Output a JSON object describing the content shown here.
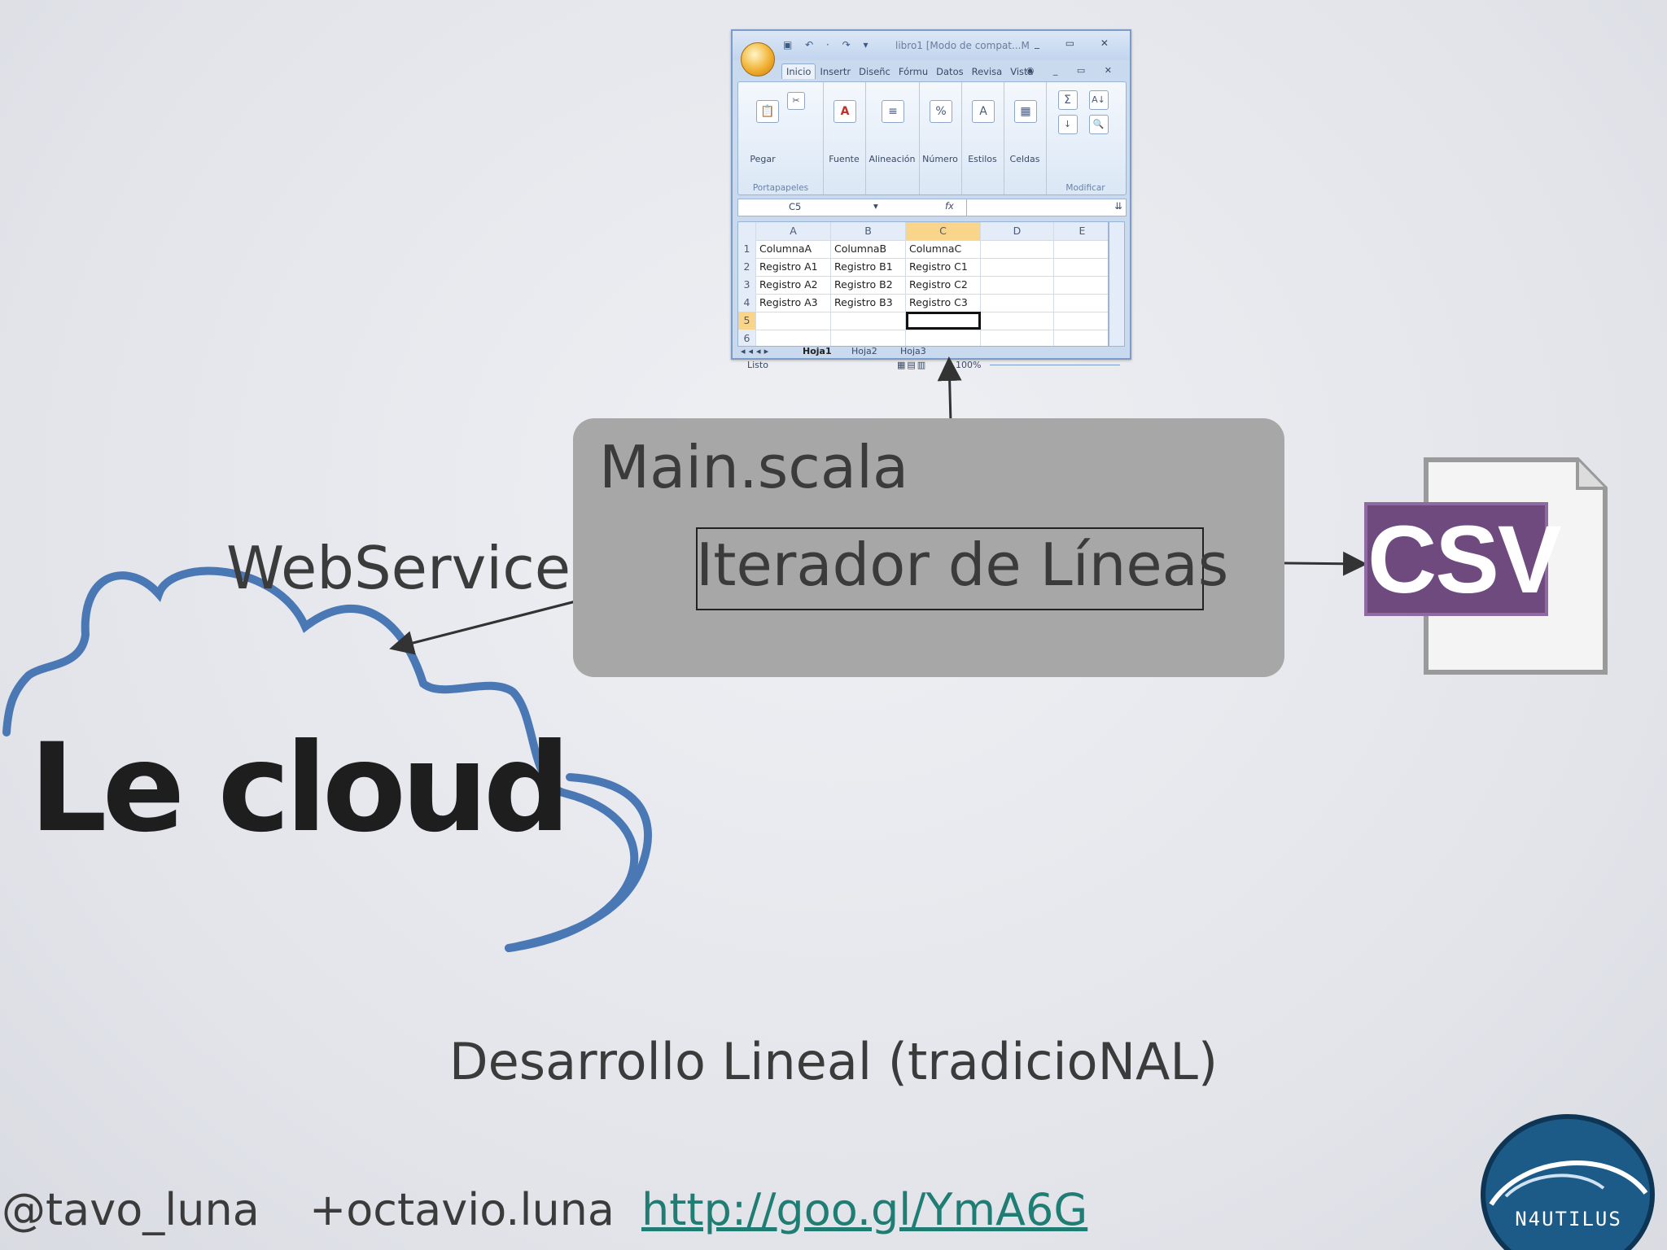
{
  "excel": {
    "quick_access": "▣ ↶ · ↷ ▾",
    "window_title": "libro1 [Modo de compat...M",
    "window_controls": "_ ▭ ✕",
    "tabs": [
      "Inicio",
      "Insertr",
      "Diseñc",
      "Fórmu",
      "Datos",
      "Revisa",
      "Vista"
    ],
    "tab_controls": "◉ _ ▭ ✕",
    "groups": [
      {
        "label": "Pegar",
        "group_label": "Portapapeles"
      },
      {
        "label": "Fuente",
        "group_label": ""
      },
      {
        "label": "Alineación",
        "group_label": ""
      },
      {
        "label": "Número",
        "group_label": ""
      },
      {
        "label": "Estilos",
        "group_label": ""
      },
      {
        "label": "Celdas",
        "group_label": ""
      },
      {
        "label": "",
        "group_label": "Modificar"
      }
    ],
    "name_box": "C5",
    "fx": "fx",
    "columns": [
      "A",
      "B",
      "C",
      "D",
      "E"
    ],
    "rows": [
      {
        "n": "1",
        "cells": [
          "ColumnaA",
          "ColumnaB",
          "ColumnaC",
          "",
          ""
        ]
      },
      {
        "n": "2",
        "cells": [
          "Registro A1",
          "Registro B1",
          "Registro C1",
          "",
          ""
        ]
      },
      {
        "n": "3",
        "cells": [
          "Registro A2",
          "Registro B2",
          "Registro C2",
          "",
          ""
        ]
      },
      {
        "n": "4",
        "cells": [
          "Registro A3",
          "Registro B3",
          "Registro C3",
          "",
          ""
        ]
      },
      {
        "n": "5",
        "cells": [
          "",
          "",
          "",
          "",
          ""
        ]
      },
      {
        "n": "6",
        "cells": [
          "",
          "",
          "",
          "",
          ""
        ]
      }
    ],
    "sheets": [
      "Hoja1",
      "Hoja2",
      "Hoja3"
    ],
    "status_text": "Listo",
    "zoom": "100%"
  },
  "diagram": {
    "main_title": "Main.scala",
    "iterator_label": "Iterador de Líneas",
    "webservice_label": "WebService",
    "cloud_label": "Le cloud",
    "csv_label": "CSV",
    "caption": "Desarrollo Lineal (tradicioNAL)"
  },
  "footer": {
    "twitter": "@tavo_luna",
    "gplus": "+octavio.luna",
    "link": "http://goo.gl/YmA6G",
    "logo_text": "N4UTILUS"
  },
  "colors": {
    "cloud_stroke": "#4a78b5",
    "main_box": "#a7a7a7",
    "csv_badge": "#6f4a7f",
    "link": "#1f7d74"
  }
}
